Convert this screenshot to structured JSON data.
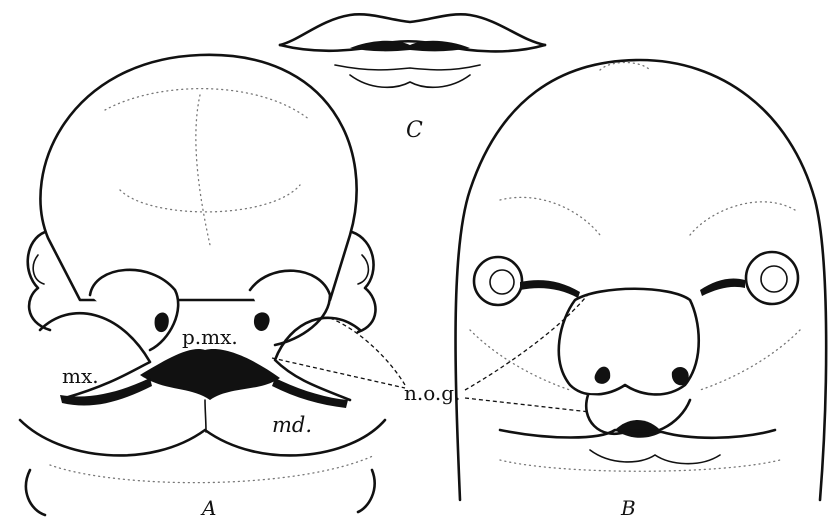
{
  "labels": {
    "panel_a": "A",
    "panel_b": "B",
    "panel_c": "C",
    "premaxilla": "p.mx.",
    "maxilla": "mx.",
    "mandible": "md.",
    "nasal_groove": "n.o.g."
  }
}
